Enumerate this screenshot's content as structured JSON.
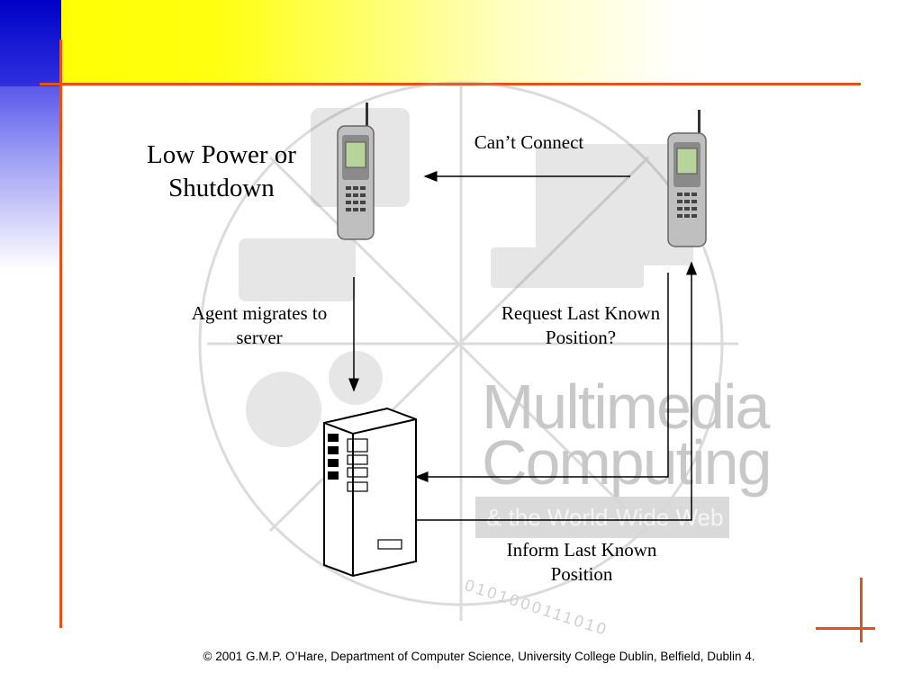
{
  "labels": {
    "low_power": "Low Power or Shutdown",
    "cant_connect": "Can’t Connect",
    "agent_migrates": "Agent migrates to server",
    "request_last": "Request Last Known Position?",
    "inform_last": "Inform Last Known Position"
  },
  "watermark": {
    "line1": "Multimedia",
    "line2": "Computing",
    "line3": "& the World-Wide Web",
    "binary": "0101000111010"
  },
  "footer": "© 2001 G.M.P. O’Hare, Department of Computer Science, University College Dublin, Belfield, Dublin 4.",
  "colors": {
    "rule": "#e0541c",
    "top_yellow": "#ffff00",
    "left_blue": "#1010d0",
    "watermark_gray": "#c8c8c8"
  },
  "icons": [
    "mobile-phone-icon",
    "server-tower-icon"
  ]
}
